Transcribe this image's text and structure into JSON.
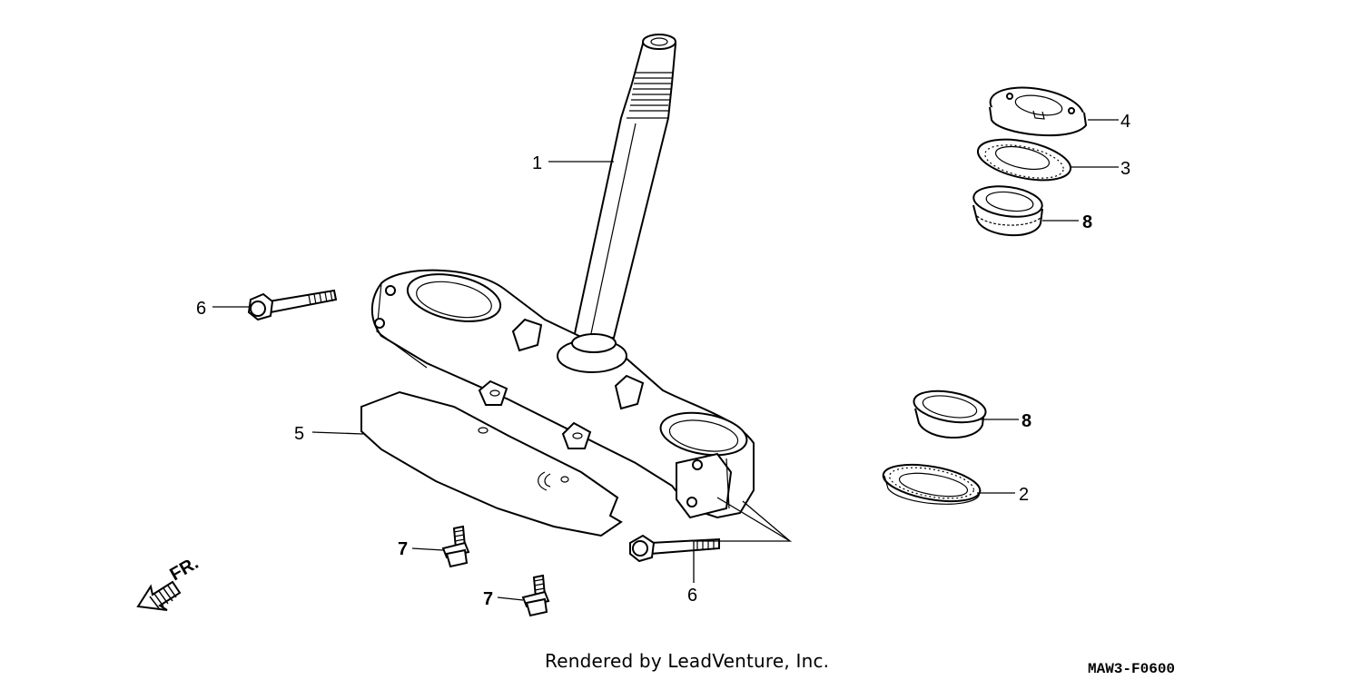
{
  "callouts": [
    {
      "id": "1",
      "text": "1"
    },
    {
      "id": "2",
      "text": "2"
    },
    {
      "id": "3",
      "text": "3"
    },
    {
      "id": "4",
      "text": "4"
    },
    {
      "id": "5",
      "text": "5"
    },
    {
      "id": "6a",
      "text": "6"
    },
    {
      "id": "6b",
      "text": "6"
    },
    {
      "id": "7a",
      "text": "7"
    },
    {
      "id": "7b",
      "text": "7"
    },
    {
      "id": "8a",
      "text": "8"
    },
    {
      "id": "8b",
      "text": "8"
    }
  ],
  "direction_label": "FR.",
  "footer": "Rendered by LeadVenture, Inc.",
  "diagram_code": "MAW3-F0600"
}
